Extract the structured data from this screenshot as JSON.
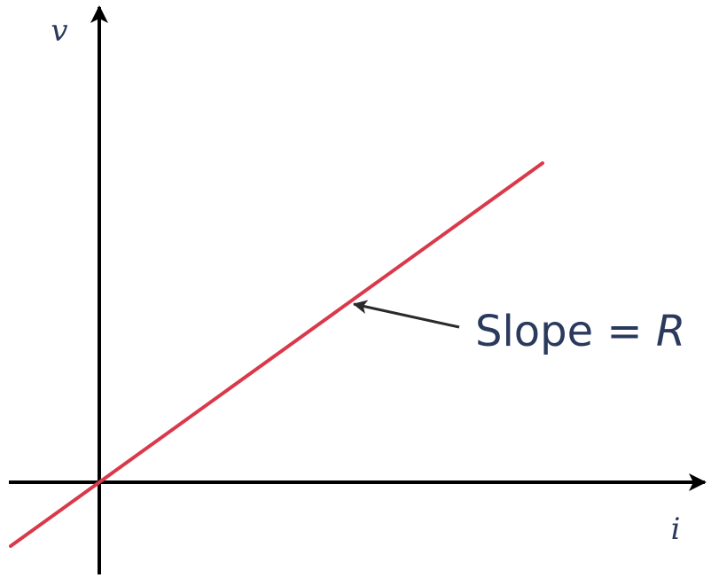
{
  "chart_data": {
    "type": "line",
    "xlabel": "i",
    "ylabel": "v",
    "series": [
      {
        "x": [
          -1,
          0,
          5
        ],
        "y": [
          -0.72,
          0,
          3.6
        ]
      }
    ],
    "annotations": [
      {
        "text": "Slope = ",
        "symbol": "R",
        "arrow_to": [
          2.85,
          2.05
        ]
      }
    ],
    "grid": false,
    "colors": {
      "line": "#d9394b",
      "axes": "#000000",
      "text": "#2a3a5c",
      "arrow": "#2a2a2a"
    }
  }
}
